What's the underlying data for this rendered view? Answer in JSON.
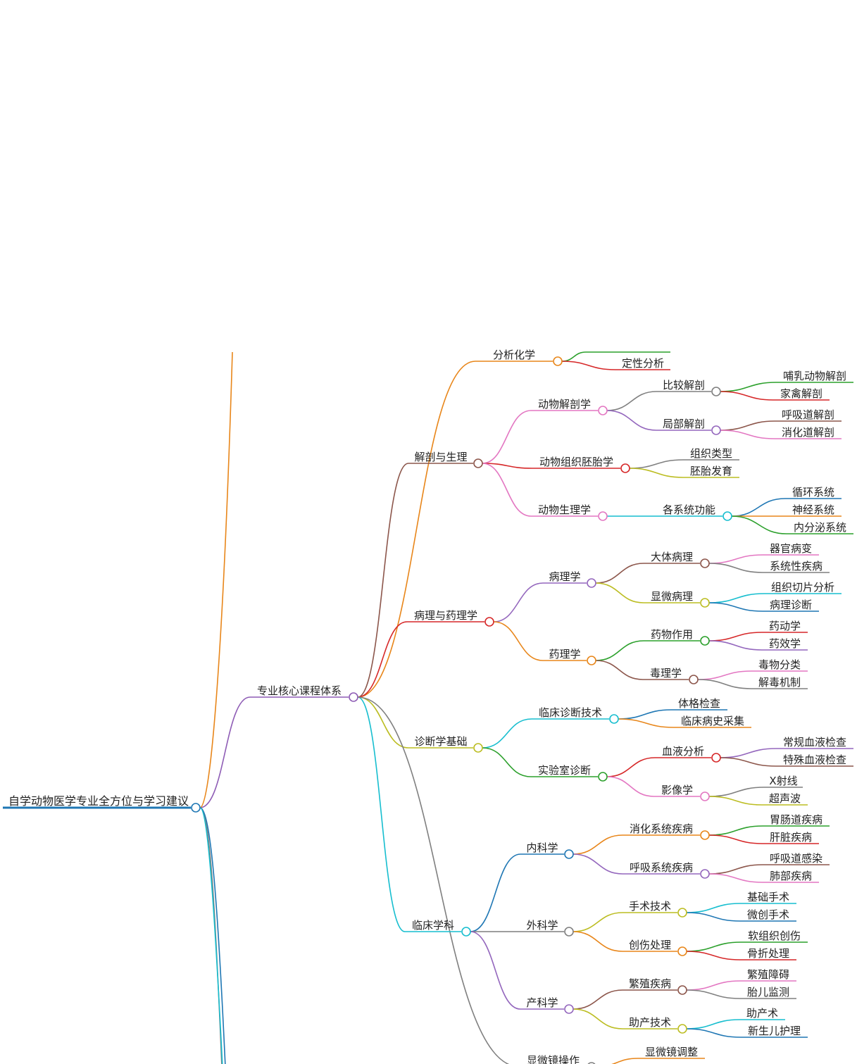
{
  "root": {
    "label": "自学动物医学专业全方位与学习建议",
    "children": [
      {
        "label": "专业核心课程体系",
        "color": "#8e5cb5",
        "children": [
          {
            "label": "分析化学",
            "color": "#e8861a",
            "children": [
              {
                "label": "",
                "color": "#2ca02c"
              },
              {
                "label": "定性分析",
                "color": "#d62728"
              }
            ]
          },
          {
            "label": "解剖与生理",
            "color": "#8c564b",
            "children": [
              {
                "label": "动物解剖学",
                "color": "#e377c2",
                "children": [
                  {
                    "label": "比较解剖",
                    "color": "#7f7f7f",
                    "children": [
                      {
                        "label": "哺乳动物解剖",
                        "color": "#2ca02c"
                      },
                      {
                        "label": "家禽解剖",
                        "color": "#d62728"
                      }
                    ]
                  },
                  {
                    "label": "局部解剖",
                    "color": "#9467bd",
                    "children": [
                      {
                        "label": "呼吸道解剖",
                        "color": "#8c564b"
                      },
                      {
                        "label": "消化道解剖",
                        "color": "#e377c2"
                      }
                    ]
                  }
                ]
              },
              {
                "label": "动物组织胚胎学",
                "color": "#d62728",
                "children": [
                  {
                    "label": "组织类型",
                    "color": "#7f7f7f"
                  },
                  {
                    "label": "胚胎发育",
                    "color": "#bcbd22"
                  }
                ]
              },
              {
                "label": "动物生理学",
                "color": "#e377c2",
                "children": [
                  {
                    "label": "各系统功能",
                    "color": "#17becf",
                    "children": [
                      {
                        "label": "循环系统",
                        "color": "#1f77b4"
                      },
                      {
                        "label": "神经系统",
                        "color": "#e8861a"
                      },
                      {
                        "label": "内分泌系统",
                        "color": "#2ca02c"
                      }
                    ]
                  }
                ]
              }
            ]
          },
          {
            "label": "病理与药理学",
            "color": "#d62728",
            "children": [
              {
                "label": "病理学",
                "color": "#9467bd",
                "children": [
                  {
                    "label": "大体病理",
                    "color": "#8c564b",
                    "children": [
                      {
                        "label": "器官病变",
                        "color": "#e377c2"
                      },
                      {
                        "label": "系统性疾病",
                        "color": "#7f7f7f"
                      }
                    ]
                  },
                  {
                    "label": "显微病理",
                    "color": "#bcbd22",
                    "children": [
                      {
                        "label": "组织切片分析",
                        "color": "#17becf"
                      },
                      {
                        "label": "病理诊断",
                        "color": "#1f77b4"
                      }
                    ]
                  }
                ]
              },
              {
                "label": "药理学",
                "color": "#e8861a",
                "children": [
                  {
                    "label": "药物作用",
                    "color": "#2ca02c",
                    "children": [
                      {
                        "label": "药动学",
                        "color": "#d62728"
                      },
                      {
                        "label": "药效学",
                        "color": "#9467bd"
                      }
                    ]
                  },
                  {
                    "label": "毒理学",
                    "color": "#8c564b",
                    "children": [
                      {
                        "label": "毒物分类",
                        "color": "#e377c2"
                      },
                      {
                        "label": "解毒机制",
                        "color": "#7f7f7f"
                      }
                    ]
                  }
                ]
              }
            ]
          },
          {
            "label": "诊断学基础",
            "color": "#bcbd22",
            "children": [
              {
                "label": "临床诊断技术",
                "color": "#17becf",
                "children": [
                  {
                    "label": "体格检查",
                    "color": "#1f77b4"
                  },
                  {
                    "label": "临床病史采集",
                    "color": "#e8861a"
                  }
                ]
              },
              {
                "label": "实验室诊断",
                "color": "#2ca02c",
                "children": [
                  {
                    "label": "血液分析",
                    "color": "#d62728",
                    "children": [
                      {
                        "label": "常规血液检查",
                        "color": "#9467bd"
                      },
                      {
                        "label": "特殊血液检查",
                        "color": "#8c564b"
                      }
                    ]
                  },
                  {
                    "label": "影像学",
                    "color": "#e377c2",
                    "children": [
                      {
                        "label": "X射线",
                        "color": "#7f7f7f"
                      },
                      {
                        "label": "超声波",
                        "color": "#bcbd22"
                      }
                    ]
                  }
                ]
              }
            ]
          },
          {
            "label": "临床学科",
            "color": "#17becf",
            "children": [
              {
                "label": "内科学",
                "color": "#1f77b4",
                "children": [
                  {
                    "label": "消化系统疾病",
                    "color": "#e8861a",
                    "children": [
                      {
                        "label": "胃肠道疾病",
                        "color": "#2ca02c"
                      },
                      {
                        "label": "肝脏疾病",
                        "color": "#d62728"
                      }
                    ]
                  },
                  {
                    "label": "呼吸系统疾病",
                    "color": "#9467bd",
                    "children": [
                      {
                        "label": "呼吸道感染",
                        "color": "#8c564b"
                      },
                      {
                        "label": "肺部疾病",
                        "color": "#e377c2"
                      }
                    ]
                  }
                ]
              },
              {
                "label": "外科学",
                "color": "#7f7f7f",
                "children": [
                  {
                    "label": "手术技术",
                    "color": "#bcbd22",
                    "children": [
                      {
                        "label": "基础手术",
                        "color": "#17becf"
                      },
                      {
                        "label": "微创手术",
                        "color": "#1f77b4"
                      }
                    ]
                  },
                  {
                    "label": "创伤处理",
                    "color": "#e8861a",
                    "children": [
                      {
                        "label": "软组织创伤",
                        "color": "#2ca02c"
                      },
                      {
                        "label": "骨折处理",
                        "color": "#d62728"
                      }
                    ]
                  }
                ]
              },
              {
                "label": "产科学",
                "color": "#9467bd",
                "children": [
                  {
                    "label": "繁殖疾病",
                    "color": "#8c564b",
                    "children": [
                      {
                        "label": "繁殖障碍",
                        "color": "#e377c2"
                      },
                      {
                        "label": "胎儿监测",
                        "color": "#7f7f7f"
                      }
                    ]
                  },
                  {
                    "label": "助产技术",
                    "color": "#bcbd22",
                    "children": [
                      {
                        "label": "助产术",
                        "color": "#17becf"
                      },
                      {
                        "label": "新生儿护理",
                        "color": "#1f77b4"
                      }
                    ]
                  }
                ]
              }
            ]
          },
          {
            "label": "显微镜操作",
            "color": "#7f7f7f",
            "children": [
              {
                "label": "显微镜调整",
                "color": "#e8861a"
              }
            ]
          }
        ]
      }
    ]
  }
}
